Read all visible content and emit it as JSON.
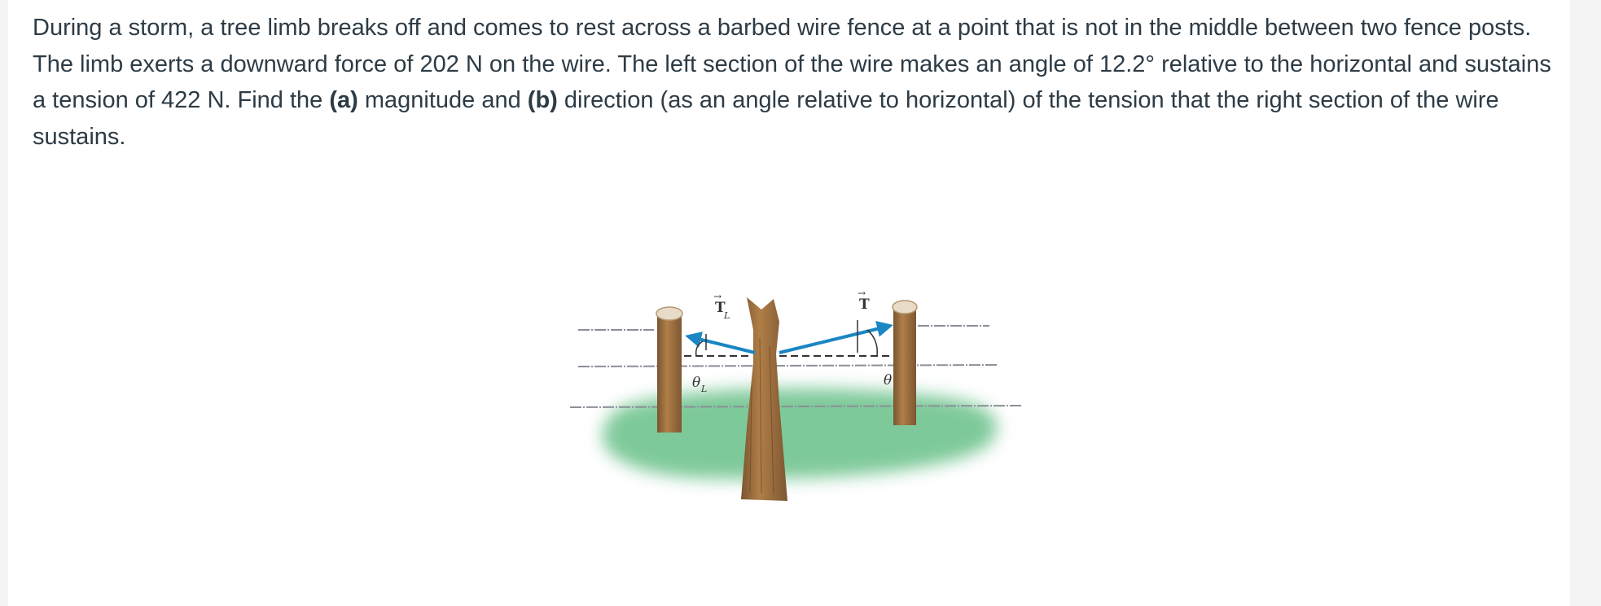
{
  "problem": {
    "part1": "During a storm, a tree limb breaks off and comes to rest across a barbed wire fence at a point that is not in the middle between two fence posts. The limb exerts a downward force of 202 N on the wire. The left section of the wire makes an angle of 12.2° relative to the horizontal and sustains a tension of 422 N. Find the ",
    "a_marker": "(a)",
    "part2": " magnitude and ",
    "b_marker": "(b)",
    "part3": " direction (as an angle relative to horizontal) of the tension that the right section of the wire sustains."
  },
  "figure": {
    "label_TL": "T",
    "label_TL_sub": "L",
    "label_T": "T",
    "label_thetaL": "θ",
    "label_thetaL_sub": "L",
    "label_theta": "θ",
    "colors": {
      "grass": "#7ec99a",
      "wood": "#a0703d",
      "arrow": "#1a86c4",
      "wire": "#8a8f98"
    }
  }
}
